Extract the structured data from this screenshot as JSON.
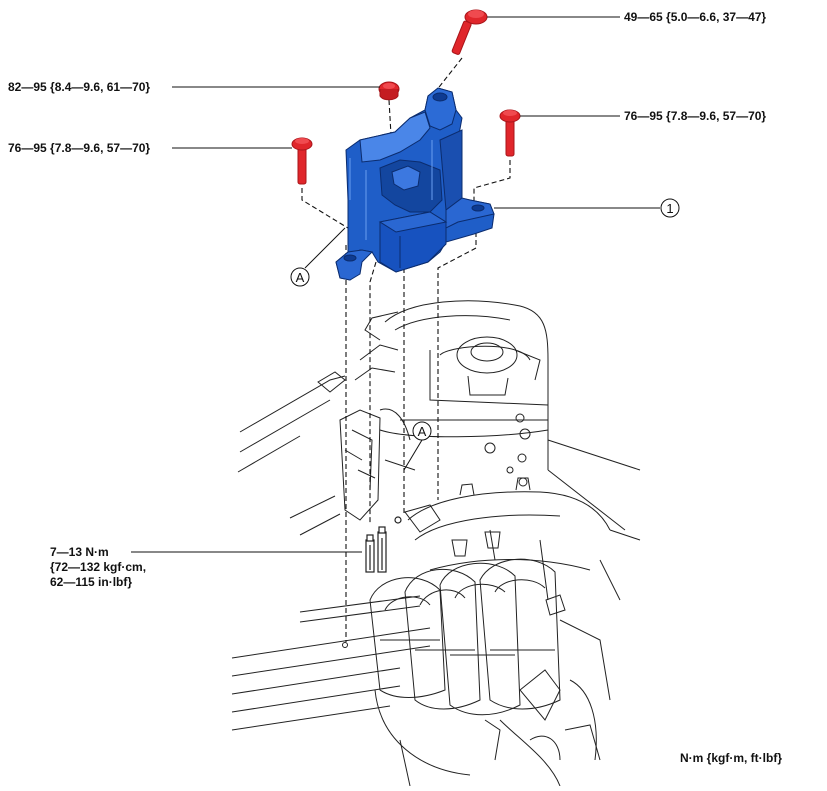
{
  "torque": {
    "top_bolt": "49—65 {5.0—6.6, 37—47}",
    "center_nut": "82—95 {8.4—9.6, 61—70}",
    "right_bolt": "76—95 {7.8—9.6, 57—70}",
    "left_bolt": "76—95 {7.8—9.6, 57—70}",
    "stud_line1": "7—13 N·m",
    "stud_line2": "{72—132 kgf·cm,",
    "stud_line3": "62—115 in·lbf}"
  },
  "callouts": {
    "part_1": "1",
    "point_a_upper": "A",
    "point_a_lower": "A"
  },
  "units_note": "N·m {kgf·m, ft·lbf}",
  "colors": {
    "bracket": "#1f5ec8",
    "bracket_dark": "#123f93",
    "bracket_light": "#4a86e8",
    "bolt": "#e0262b",
    "bolt_dark": "#a81419",
    "line": "#111111"
  }
}
